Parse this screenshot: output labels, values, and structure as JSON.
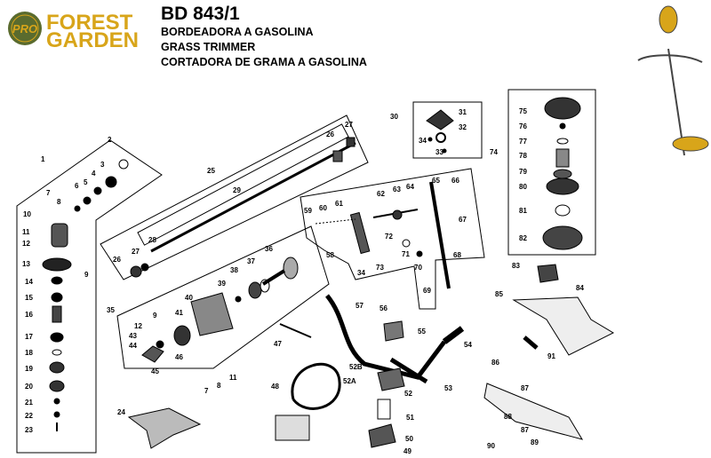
{
  "brand": {
    "line1": "FOREST",
    "line2": "GARDEN",
    "seal_text": "PRO",
    "color": "#d8a51a",
    "seal_color": "#5a6b2e"
  },
  "header": {
    "model": "BD 843/1",
    "desc1": "BORDEADORA A GASOLINA",
    "desc2": "GRASS TRIMMER",
    "desc3": "CORTADORA DE GRAMA A GASOLINA"
  },
  "parts": {
    "p1": "1",
    "p2": "2",
    "p3": "3",
    "p4": "4",
    "p5": "5",
    "p6": "6",
    "p7": "7",
    "p8": "8",
    "p9": "9",
    "p10": "10",
    "p11": "11",
    "p12": "12",
    "p13": "13",
    "p14": "14",
    "p15": "15",
    "p16": "16",
    "p17": "17",
    "p18": "18",
    "p19": "19",
    "p20": "20",
    "p21": "21",
    "p22": "22",
    "p23": "23",
    "p24": "24",
    "p25": "25",
    "p26": "26",
    "p27": "27",
    "p28": "28",
    "p29": "29",
    "p30": "30",
    "p31": "31",
    "p32": "32",
    "p33": "33",
    "p34": "34",
    "p35": "35",
    "p36": "36",
    "p37": "37",
    "p38": "38",
    "p39": "39",
    "p40": "40",
    "p41": "41",
    "p43": "43",
    "p44": "44",
    "p45": "45",
    "p46": "46",
    "p47": "47",
    "p48": "48",
    "p49": "49",
    "p50": "50",
    "p51": "51",
    "p52": "52",
    "p52a": "52A",
    "p52b": "52B",
    "p53": "53",
    "p54": "54",
    "p55": "55",
    "p56": "56",
    "p57": "57",
    "p58": "58",
    "p59": "59",
    "p60": "60",
    "p61": "61",
    "p62": "62",
    "p63": "63",
    "p64": "64",
    "p65": "65",
    "p66": "66",
    "p67": "67",
    "p68": "68",
    "p69": "69",
    "p70": "70",
    "p71": "71",
    "p72": "72",
    "p73": "73",
    "p74": "74",
    "p75": "75",
    "p76": "76",
    "p77": "77",
    "p78": "78",
    "p79": "79",
    "p80": "80",
    "p81": "81",
    "p82": "82",
    "p83": "83",
    "p84": "84",
    "p85": "85",
    "p86": "86",
    "p87": "87",
    "p88": "88",
    "p89": "89",
    "p90": "90",
    "p91": "91"
  }
}
